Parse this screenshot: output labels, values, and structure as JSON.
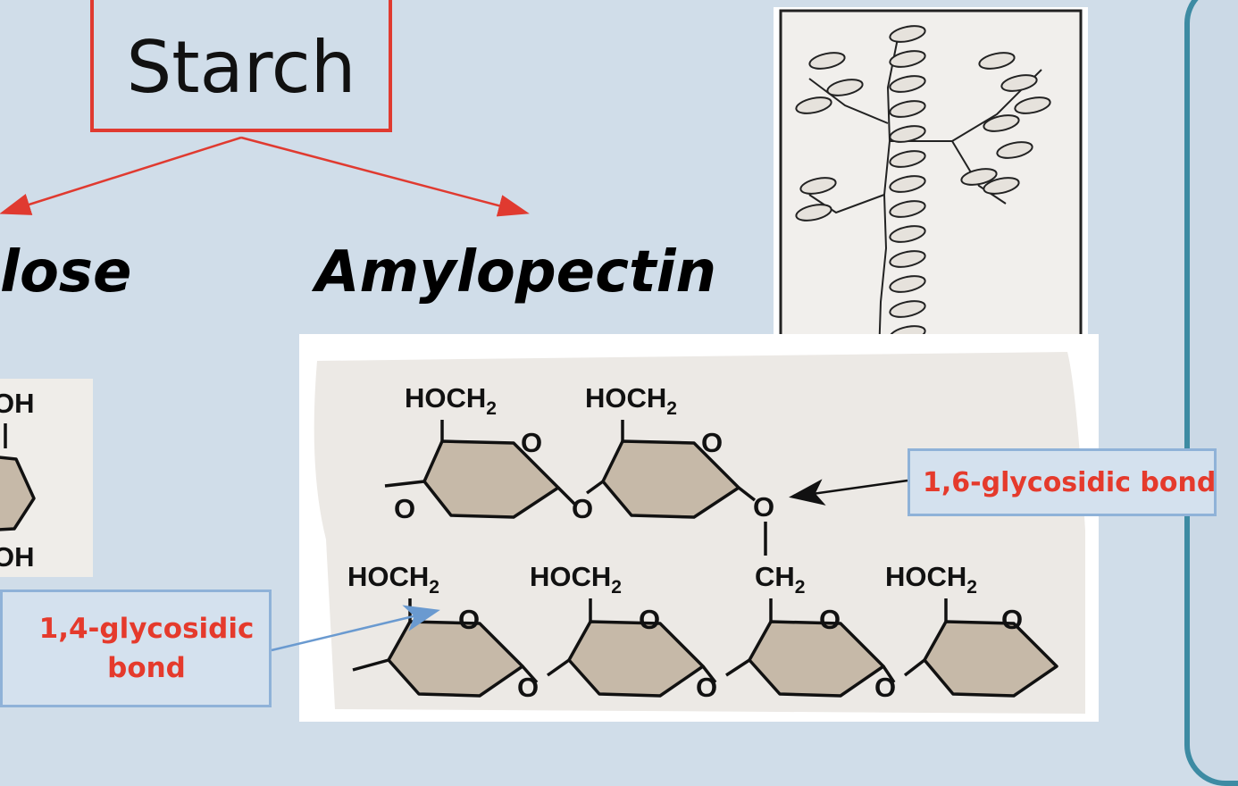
{
  "title": "Starch",
  "branches": {
    "left_label": "lose",
    "right_label": "Amylopectin"
  },
  "left_structure_fragments": [
    "OH",
    "OH"
  ],
  "molecule": {
    "group_label": "HOCH",
    "group_subscript": "2",
    "ch2_label": "CH",
    "oxygen": "O"
  },
  "callouts": {
    "bond_1_6": "1,6-glycosidic bond",
    "bond_1_4_line1": "1,4-glycosidic",
    "bond_1_4_line2": "bond"
  },
  "colors": {
    "background": "#d0dde9",
    "title_border": "#e03a30",
    "callout_text": "#e53a2c",
    "callout_border": "#8fb2d8",
    "arrow_14": "#6a9ad0",
    "frame": "#3d8ba3"
  }
}
